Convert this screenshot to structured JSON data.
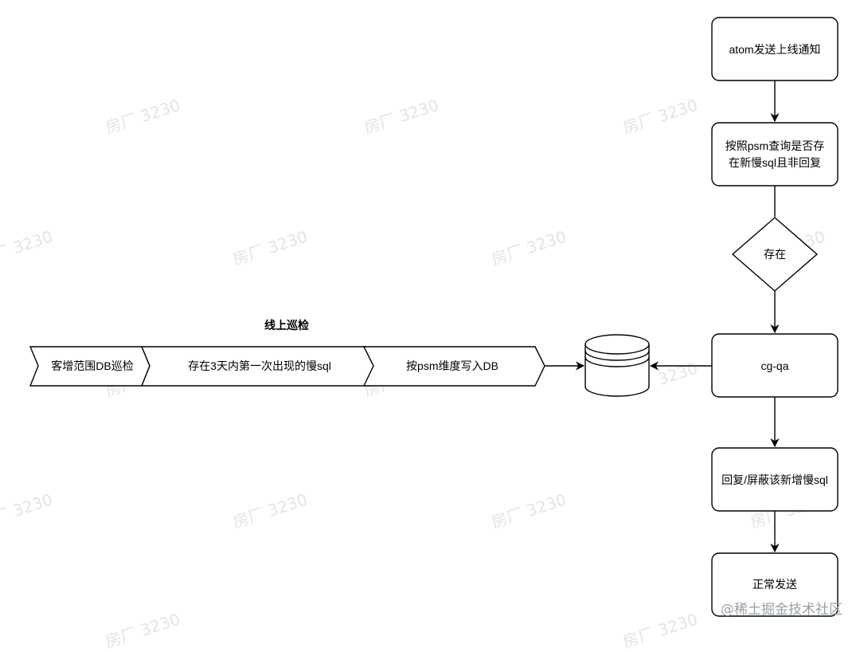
{
  "diagram": {
    "section_title": "线上巡检",
    "chevrons": [
      "客增范围DB巡检",
      "存在3天内第一次出现的慢sql",
      "按psm维度写入DB"
    ],
    "flow": {
      "atom_notify": "atom发送上线通知",
      "query_line1": "按照psm查询是否存",
      "query_line2": "在新慢sql且非回复",
      "decision_exists": "存在",
      "cg_qa": "cg-qa",
      "reply_block": "回复/屏蔽该新增慢sql",
      "send_normal": "正常发送"
    },
    "watermark_text": "房厂 3230",
    "credit": "@稀土掘金技术社区"
  }
}
